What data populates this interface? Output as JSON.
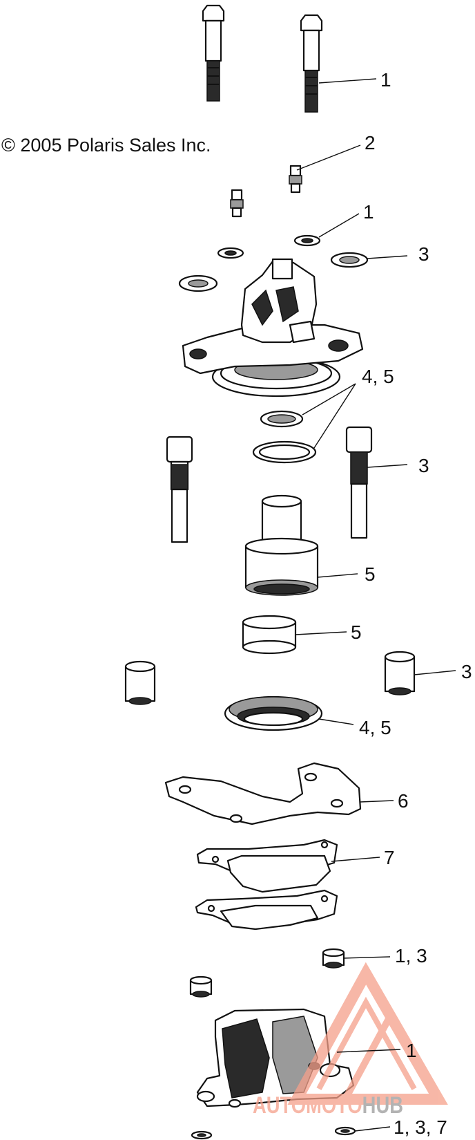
{
  "copyright": "© 2005 Polaris Sales Inc.",
  "callouts": [
    {
      "id": "bolt-top",
      "text": "1"
    },
    {
      "id": "bleeder",
      "text": "2"
    },
    {
      "id": "washer-small",
      "text": "1"
    },
    {
      "id": "washer-large",
      "text": "3"
    },
    {
      "id": "seals-top",
      "text": "4, 5"
    },
    {
      "id": "pin-bolt",
      "text": "3"
    },
    {
      "id": "piston",
      "text": "5"
    },
    {
      "id": "piston-cup",
      "text": "5"
    },
    {
      "id": "bushing",
      "text": "3"
    },
    {
      "id": "seal-ring",
      "text": "4, 5"
    },
    {
      "id": "bracket",
      "text": "6"
    },
    {
      "id": "brake-pad",
      "text": "7"
    },
    {
      "id": "boot",
      "text": "1, 3"
    },
    {
      "id": "lower-caliper",
      "text": "1"
    },
    {
      "id": "clip",
      "text": "1, 3, 7"
    }
  ],
  "watermark": {
    "part1": "AUTOMOTO",
    "part2": "HUB",
    "color1": "#f5a08a",
    "color2": "#9a9a9a"
  }
}
